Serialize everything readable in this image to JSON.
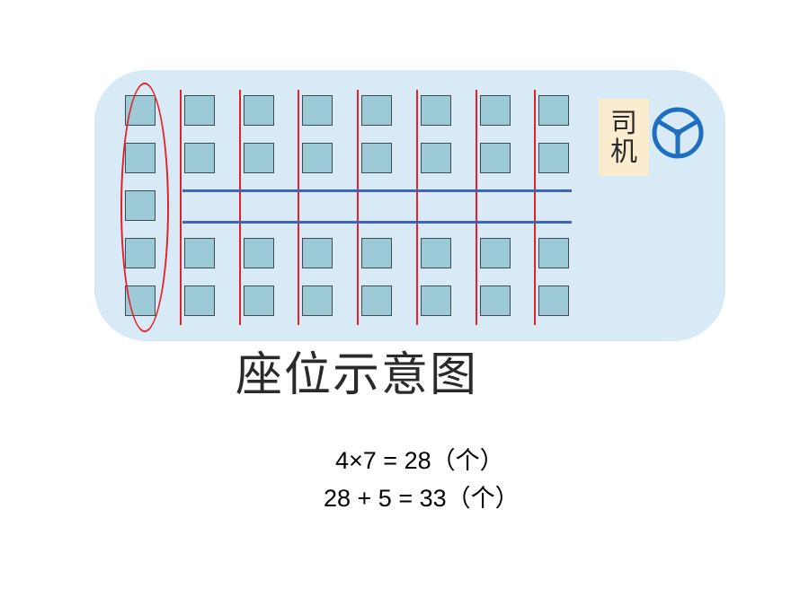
{
  "diagram": {
    "title": "座位示意图",
    "driver_label_line1": "司",
    "driver_label_line2": "机",
    "back_row_seats": 5,
    "side_seat_columns": 7,
    "seats_per_column": 4,
    "icon": "steering-wheel-icon",
    "colors": {
      "bus_body": "#d7eaf5",
      "seat_fill": "#9ccad6",
      "divider_red": "#e6202a",
      "aisle_blue": "#3f64b0",
      "driver_box": "#fbeccf",
      "wheel_blue": "#1f6fc0"
    }
  },
  "equations": {
    "line1": "4×7 = 28（个）",
    "line2": "28 + 5 = 33（个）"
  }
}
